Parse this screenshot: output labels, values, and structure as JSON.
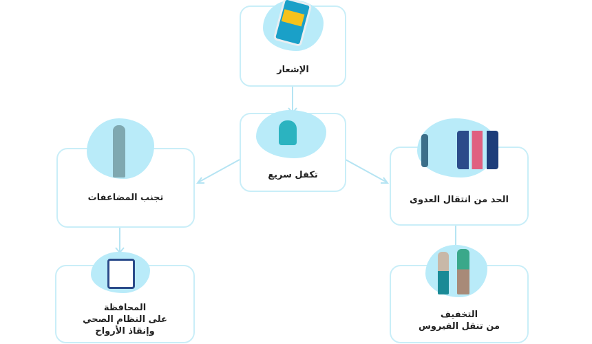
{
  "nodes": {
    "notification": {
      "label": "الإشعار"
    },
    "quick_support": {
      "label": "تكفل سريع"
    },
    "avoid_complications": {
      "label": "تجنب المضاعفات"
    },
    "limit_infection": {
      "label": "الحد من انتقال العدوى"
    },
    "preserve_health": {
      "line1": "المحافظة",
      "line2": "على النظام الصحي",
      "line3": "وإنقاذ الأرواح"
    },
    "reduce_spread": {
      "line1": "التخفيف",
      "line2": "من تنقل الفيروس"
    }
  },
  "colors": {
    "border": "#c9eef8",
    "blob": "#b9ebf9",
    "arrow": "#b5e4f3"
  }
}
